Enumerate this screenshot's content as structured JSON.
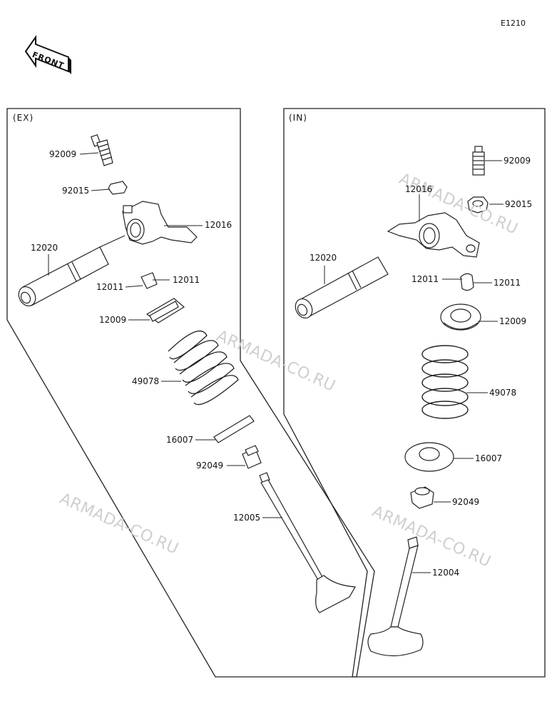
{
  "diagram_code": "E1210",
  "front_label": "FRONT",
  "sections": {
    "ex": "(EX)",
    "in": "(IN)"
  },
  "watermark": "ARMADA-CO.RU",
  "ex_parts": {
    "adjust_screw": "92009",
    "locknut": "92015",
    "rocker_arm": "12016",
    "rocker_shaft": "12020",
    "collet_a": "12011",
    "collet_b": "12011",
    "retainer": "12009",
    "spring": "49078",
    "seat": "16007",
    "seal": "92049",
    "valve": "12005"
  },
  "in_parts": {
    "adjust_screw": "92009",
    "locknut": "92015",
    "rocker_arm": "12016",
    "rocker_shaft": "12020",
    "collet_a": "12011",
    "collet_b": "12011",
    "retainer": "12009",
    "spring": "49078",
    "seat": "16007",
    "seal": "92049",
    "valve": "12004"
  }
}
